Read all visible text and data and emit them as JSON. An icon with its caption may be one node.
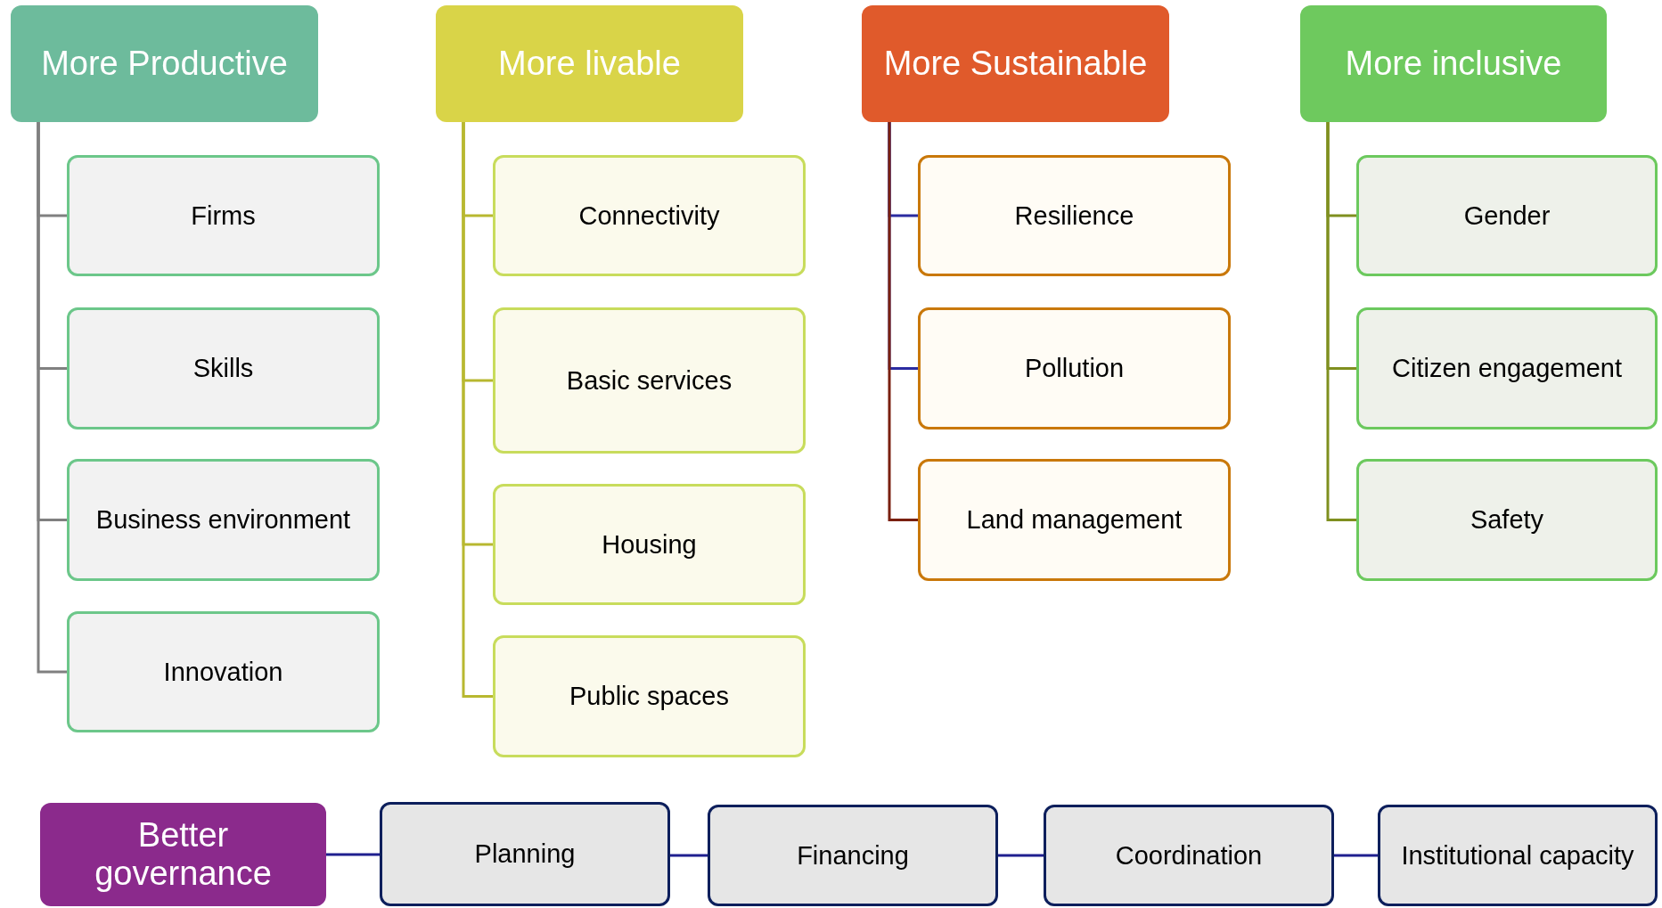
{
  "diagram": {
    "nodes": [
      {
        "text": [
          "More Productive"
        ]
      },
      {
        "text": [
          "Firms"
        ]
      },
      {
        "text": [
          "Skills"
        ]
      },
      {
        "text": [
          "Business environment"
        ]
      },
      {
        "text": [
          "Innovation"
        ]
      },
      {
        "text": [
          "More livable"
        ]
      },
      {
        "text": [
          "Connectivity"
        ]
      },
      {
        "text": [
          "Basic services"
        ]
      },
      {
        "text": [
          "Housing"
        ]
      },
      {
        "text": [
          "Public spaces"
        ]
      },
      {
        "text": [
          "More Sustainable"
        ]
      },
      {
        "text": [
          "Resilience"
        ]
      },
      {
        "text": [
          "Pollution"
        ]
      },
      {
        "text": [
          "Land management"
        ]
      },
      {
        "text": [
          "More inclusive"
        ]
      },
      {
        "text": [
          "Gender"
        ]
      },
      {
        "text": [
          "Citizen engagement"
        ]
      },
      {
        "text": [
          "Safety"
        ]
      },
      {
        "text": [
          "Better governance"
        ]
      },
      {
        "text": [
          "Planning"
        ]
      },
      {
        "text": [
          "Financing"
        ]
      },
      {
        "text": [
          "Coordination"
        ]
      },
      {
        "text": [
          "Institutional capacity"
        ]
      }
    ],
    "edges": [
      {
        "from": 0,
        "to": 1,
        "arrow": "none",
        "color": "#808080"
      },
      {
        "from": 0,
        "to": 2,
        "arrow": "none",
        "color": "#808080"
      },
      {
        "from": 0,
        "to": 3,
        "arrow": "none",
        "color": "#808080"
      },
      {
        "from": 0,
        "to": 4,
        "arrow": "none",
        "color": "#808080"
      },
      {
        "from": 5,
        "to": 6,
        "arrow": "none",
        "color": "#b8b830"
      },
      {
        "from": 5,
        "to": 7,
        "arrow": "none",
        "color": "#b8b830"
      },
      {
        "from": 5,
        "to": 8,
        "arrow": "none",
        "color": "#b8b830"
      },
      {
        "from": 5,
        "to": 9,
        "arrow": "none",
        "color": "#b8b830"
      },
      {
        "from": 10,
        "to": 11,
        "arrow": "none",
        "color": "#2b2ba0"
      },
      {
        "from": 10,
        "to": 12,
        "arrow": "none",
        "color": "#2b2ba0"
      },
      {
        "from": 10,
        "to": 13,
        "arrow": "none",
        "color": "#7a2010"
      },
      {
        "from": 14,
        "to": 15,
        "arrow": "none",
        "color": "#7f8f1f"
      },
      {
        "from": 14,
        "to": 16,
        "arrow": "none",
        "color": "#7f8f1f"
      },
      {
        "from": 14,
        "to": 17,
        "arrow": "none",
        "color": "#7f8f1f"
      },
      {
        "from": 18,
        "to": 19,
        "arrow": "none",
        "color": "#1f1f8f"
      },
      {
        "from": 19,
        "to": 20,
        "arrow": "none",
        "color": "#1f1f8f"
      },
      {
        "from": 20,
        "to": 21,
        "arrow": "none",
        "color": "#1f1f8f"
      },
      {
        "from": 21,
        "to": 22,
        "arrow": "none",
        "color": "#1f1f8f"
      }
    ]
  }
}
